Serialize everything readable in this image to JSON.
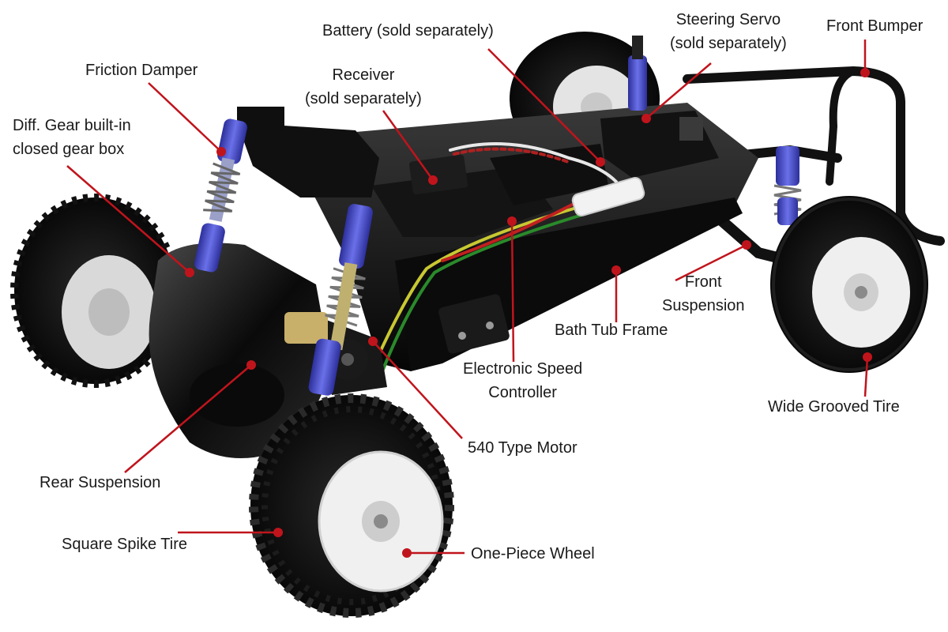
{
  "diagram": {
    "leader_color": "#c0141c",
    "background_color": "#ffffff",
    "labels": {
      "battery": "Battery (sold separately)",
      "steering_servo": [
        "Steering Servo",
        "(sold separately)"
      ],
      "front_bumper": "Front Bumper",
      "friction_damper": "Friction Damper",
      "receiver": [
        "Receiver",
        "(sold separately)"
      ],
      "diff_gear": [
        "Diff. Gear built-in",
        "closed gear box"
      ],
      "front_suspension": [
        "Front",
        "Suspension"
      ],
      "bath_tub_frame": "Bath Tub Frame",
      "electronic_speed_controller": [
        "Electronic Speed",
        "Controller"
      ],
      "wide_grooved_tire": "Wide Grooved Tire",
      "motor": "540 Type Motor",
      "rear_suspension": "Rear Suspension",
      "square_spike_tire": "Square Spike Tire",
      "one_piece_wheel": "One-Piece Wheel"
    }
  }
}
